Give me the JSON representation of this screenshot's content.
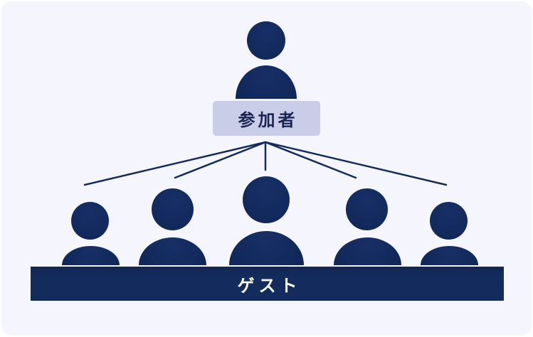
{
  "diagram": {
    "type": "hierarchy",
    "top_node": {
      "label": "参加者",
      "icon": "person-icon"
    },
    "bottom_group": {
      "label": "ゲスト",
      "member_count": 5,
      "members": [
        {
          "icon": "person-icon"
        },
        {
          "icon": "person-icon"
        },
        {
          "icon": "person-icon"
        },
        {
          "icon": "person-icon"
        },
        {
          "icon": "person-icon"
        }
      ]
    },
    "connections": 5
  },
  "colors": {
    "background": "#f5f6fd",
    "figure": "#142b5e",
    "label_box": "#c9cde8",
    "label_text": "#1b2550",
    "bar_text": "#ffffff"
  }
}
